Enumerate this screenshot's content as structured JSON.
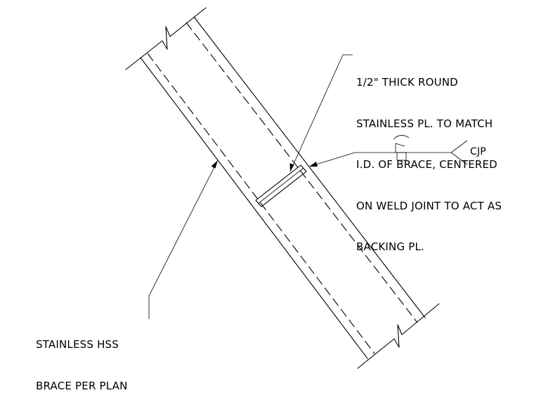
{
  "notes": {
    "backing_plate": [
      "1/2\" THICK ROUND",
      "STAINLESS PL. TO MATCH",
      "I.D. OF BRACE, CENTERED",
      "ON WELD JOINT TO ACT AS",
      "BACKING PL."
    ],
    "weld_callout": "CJP",
    "brace": [
      "STAINLESS HSS",
      "BRACE PER PLAN"
    ]
  }
}
